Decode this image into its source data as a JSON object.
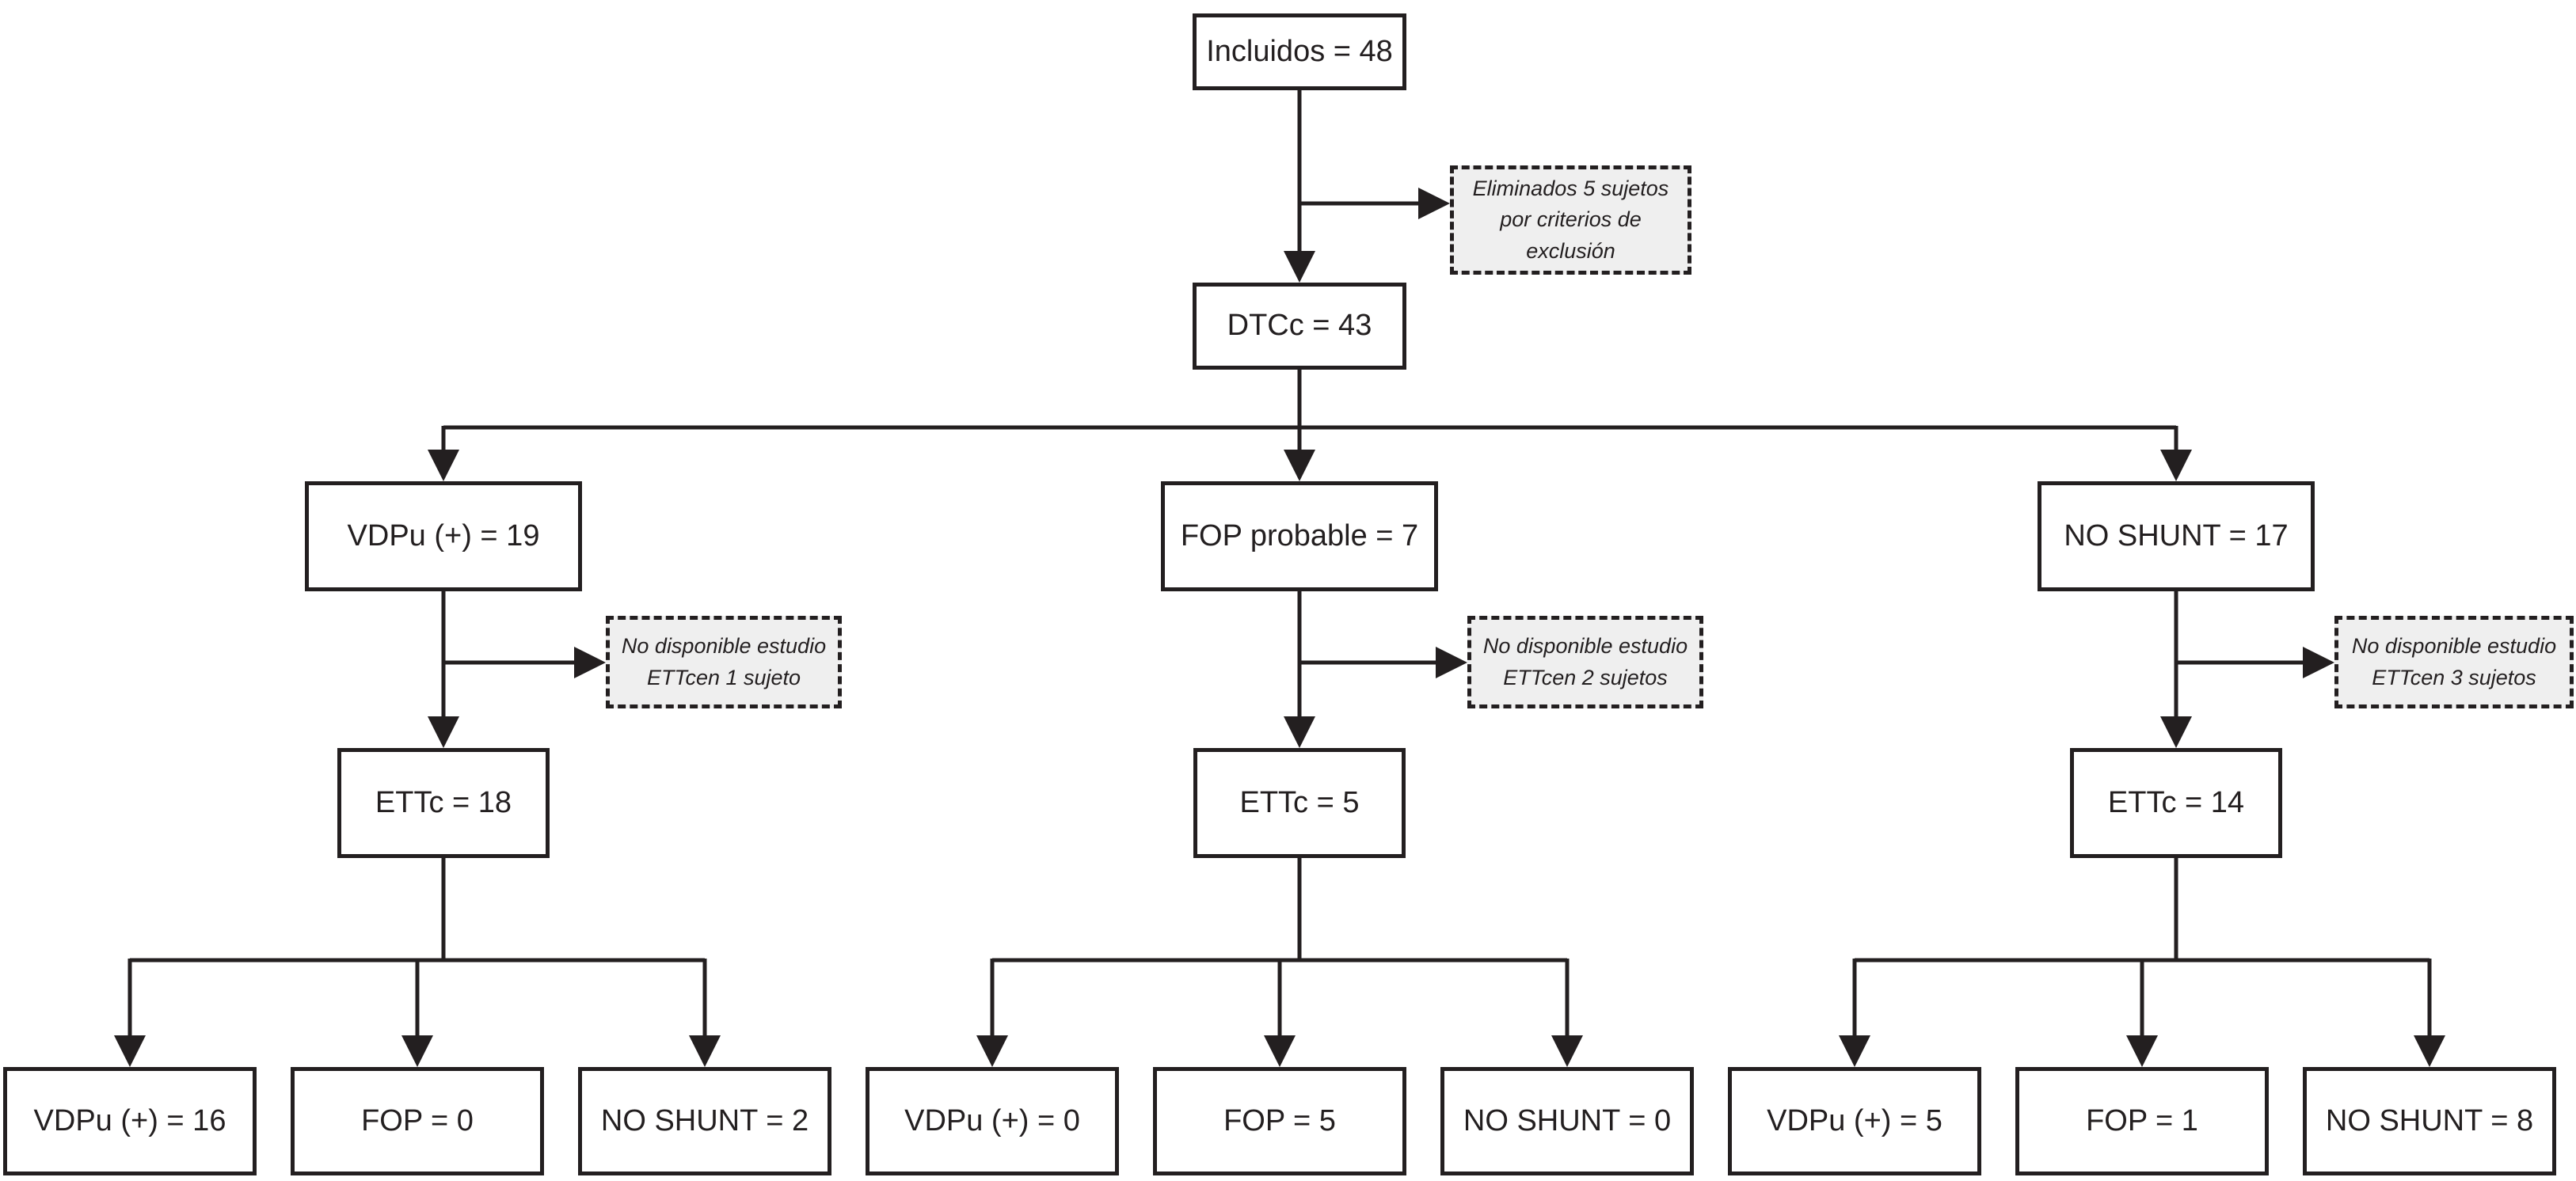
{
  "flow": {
    "root": {
      "label": "Incluidos = 48"
    },
    "exclusion_note": {
      "text": "Eliminados 5 sujetos\npor criterios de\nexclusión"
    },
    "second": {
      "label": "DTCc = 43"
    },
    "branches": [
      {
        "top": "VDPu (+) = 19",
        "note": "No disponible estudio\nETTcen 1 sujeto",
        "ettc": "ETTc = 18",
        "children": [
          "VDPu (+) = 16",
          "FOP = 0",
          "NO SHUNT = 2"
        ]
      },
      {
        "top": "FOP probable = 7",
        "note": "No disponible estudio\nETTcen 2 sujetos",
        "ettc": "ETTc = 5",
        "children": [
          "VDPu (+) = 0",
          "FOP = 5",
          "NO SHUNT = 0"
        ]
      },
      {
        "top": "NO SHUNT = 17",
        "note": "No disponible estudio\nETTcen 3 sujetos",
        "ettc": "ETTc = 14",
        "children": [
          "VDPu (+) = 5",
          "FOP = 1",
          "NO SHUNT = 8"
        ]
      }
    ],
    "colors": {
      "line": "#231f20",
      "note_fill": "#efefef",
      "box_bg": "#ffffff"
    }
  }
}
